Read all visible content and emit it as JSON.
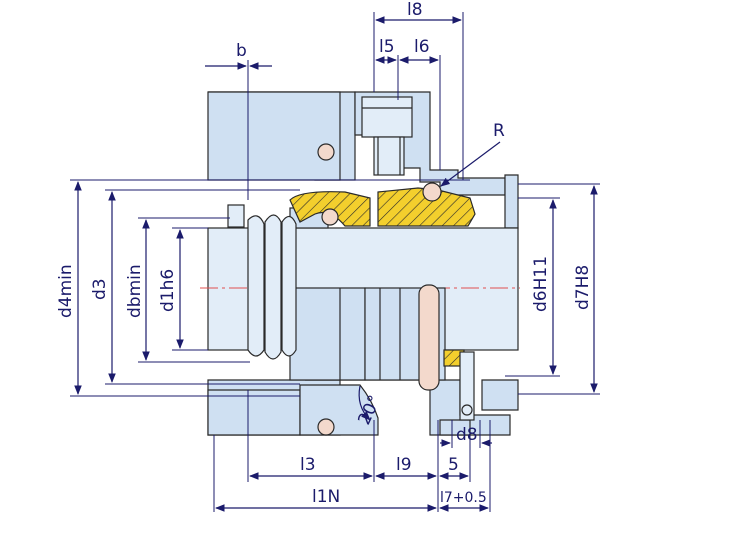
{
  "labels": {
    "b": "b",
    "l8": "l8",
    "l5": "l5",
    "l6": "l6",
    "R": "R",
    "d4min": "d4min",
    "d3": "d3",
    "dbmin": "dbmin",
    "d1h6": "d1h6",
    "d6H11": "d6H11",
    "d7H8": "d7H8",
    "angle": "20°",
    "d8": "d8",
    "l3": "l3",
    "l9": "l9",
    "five": "5",
    "l1N": "l1N",
    "l7": "l7+0.5"
  },
  "colors": {
    "dimension": "#1b1b6b",
    "housing": "#cfe0f2",
    "seat": "#f3cf2d",
    "pin": "#f3d9cc",
    "centerline": "#e05050"
  }
}
